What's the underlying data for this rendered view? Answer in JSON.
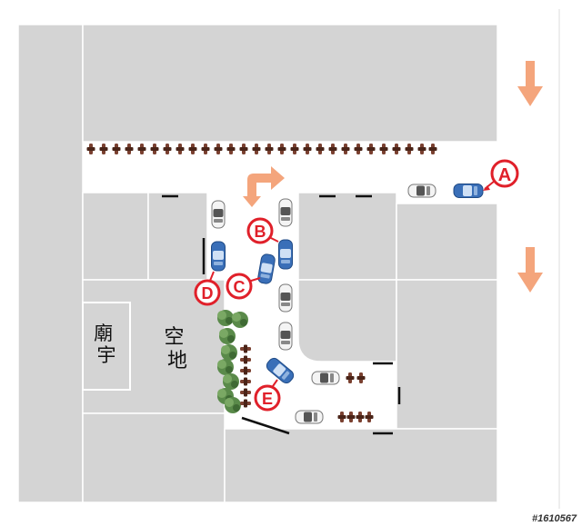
{
  "colors": {
    "block_fill": "#d4d4d4",
    "block_stroke": "#ffffff",
    "road": "#ffffff",
    "marker_red": "#e0202a",
    "arrow_orange": "#f4a57c",
    "car_blue": "#3a6fb8",
    "car_white": "#f4f4f4",
    "tree_green": "#5a8a4a",
    "scooter": "#7a4030"
  },
  "labels": {
    "temple": "廟宇",
    "open_space": "空地"
  },
  "markers": [
    {
      "key": "a",
      "letter": "A"
    },
    {
      "key": "b",
      "letter": "B"
    },
    {
      "key": "c",
      "letter": "C"
    },
    {
      "key": "d",
      "letter": "D"
    },
    {
      "key": "e",
      "letter": "E"
    }
  ],
  "watermark": "#1610567"
}
